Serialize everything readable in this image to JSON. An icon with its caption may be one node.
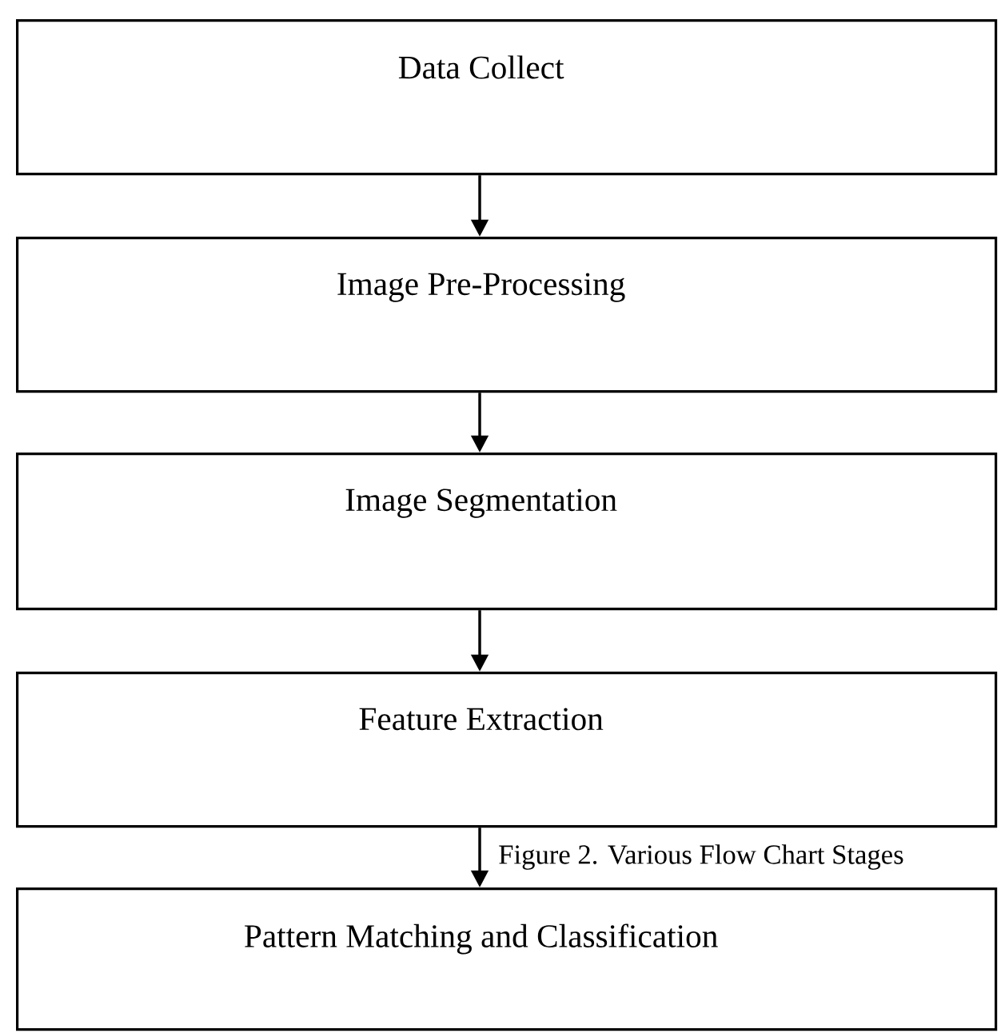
{
  "diagram": {
    "caption": "Figure 2. Various Flow Chart Stages",
    "nodes": [
      {
        "text": [
          "Data Collect"
        ]
      },
      {
        "text": [
          "Image Pre-Processing"
        ]
      },
      {
        "text": [
          "Image Segmentation"
        ]
      },
      {
        "text": [
          "Feature Extraction"
        ]
      },
      {
        "text": [
          "Pattern Matching and Classification"
        ]
      }
    ],
    "edges": [
      {
        "from": 0,
        "to": 1,
        "arrow": "to"
      },
      {
        "from": 1,
        "to": 2,
        "arrow": "to"
      },
      {
        "from": 2,
        "to": 3,
        "arrow": "to"
      },
      {
        "from": 3,
        "to": 4,
        "arrow": "to"
      }
    ]
  }
}
